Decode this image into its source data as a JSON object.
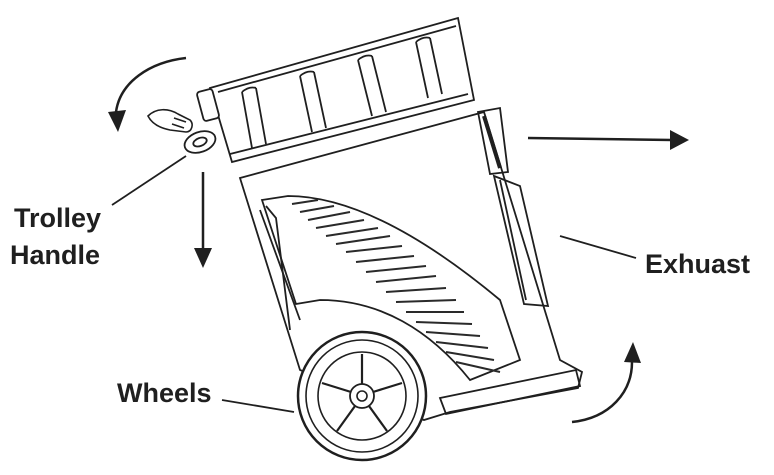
{
  "labels": {
    "trolley_handle_line1": "Trolley",
    "trolley_handle_line2": "Handle",
    "exhaust": "Exhuast",
    "wheels": "Wheels"
  },
  "colors": {
    "ink": "#1f1f1f",
    "background": "#ffffff",
    "grille": "#2a2a2a"
  },
  "icons": [
    "hand-icon",
    "rotate-arrow-icon",
    "down-arrow-icon",
    "right-arrow-icon",
    "wheel-icon"
  ]
}
